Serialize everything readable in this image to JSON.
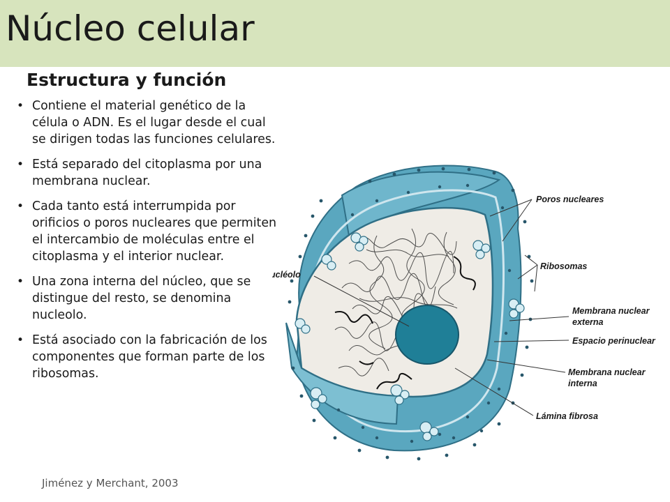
{
  "slide": {
    "title": "Núcleo celular",
    "subtitle": "Estructura y función",
    "bullets": [
      "Contiene el material genético de la célula o ADN. Es el lugar desde el cual se dirigen todas las funciones celulares.",
      "Está separado del citoplasma por una membrana nuclear.",
      "Cada tanto está interrumpida por orificios o poros nucleares que permiten el intercambio de moléculas entre el citoplasma y el interior nuclear.",
      "Una zona interna del núcleo, que se distingue del resto, se denomina nucleolo.",
      "Está asociado con la fabricación de los componentes que forman parte de los ribosomas."
    ],
    "citation": "Jiménez y Merchant, 2003"
  },
  "diagram": {
    "labels": {
      "nucleolo": "Nucléolo",
      "poros": "Poros nucleares",
      "ribosomas": "Ribosomas",
      "membrana_externa_1": "Membrana nuclear",
      "membrana_externa_2": "externa",
      "espacio": "Espacio perinuclear",
      "membrana_interna_1": "Membrana nuclear",
      "membrana_interna_2": "interna",
      "lamina": "Lámina fibrosa"
    }
  },
  "colors": {
    "title_band": "#d7e4bd",
    "envelope": "#5aa7bf",
    "envelope_dark": "#2f6f86",
    "nucleoplasm": "#efece6",
    "nucleolus": "#1f7f97",
    "ribosome": "#27566a"
  }
}
